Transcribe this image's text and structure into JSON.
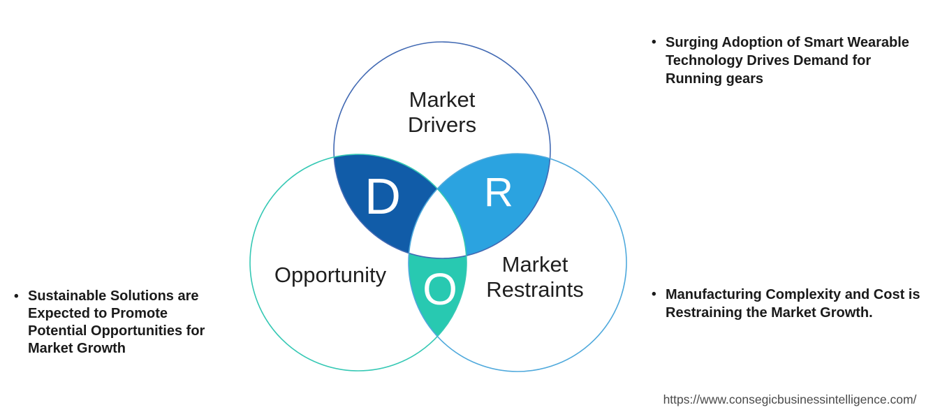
{
  "diagram": {
    "title": "DRO Venn diagram (Drivers, Restraints, Opportunity)",
    "circles": {
      "drivers": {
        "label_lines": [
          "Market",
          "Drivers"
        ],
        "letter": "D",
        "fill": "#115CA8",
        "stroke": "#4169B3"
      },
      "opportunity": {
        "label_lines": [
          "Opportunity"
        ],
        "letter": "O",
        "fill": "#28C9B1",
        "stroke": "#35C8B4"
      },
      "restraints": {
        "label_lines": [
          "Market",
          "Restraints"
        ],
        "letter": "R",
        "fill": "#2BA3E0",
        "stroke": "#4FA9DC"
      },
      "center_fill": "#FFFFFF",
      "letter_color": "#FFFFFF"
    }
  },
  "bullets": {
    "top_right": {
      "marker": "•",
      "lines": [
        "Surging Adoption of Smart Wearable",
        "Technology Drives Demand for",
        "Running gears"
      ]
    },
    "left": {
      "marker": "•",
      "lines": [
        "Sustainable Solutions are",
        "Expected to Promote",
        "Potential Opportunities for",
        "Market Growth"
      ]
    },
    "bottom_right": {
      "marker": "•",
      "lines": [
        "Manufacturing Complexity and Cost is",
        "Restraining the Market Growth."
      ]
    }
  },
  "footer": {
    "url": "https://www.consegicbusinessintelligence.com/"
  },
  "colors": {
    "background": "#FFFFFF",
    "body_text": "#1A1A1A",
    "url_text": "#4A4A4A"
  }
}
